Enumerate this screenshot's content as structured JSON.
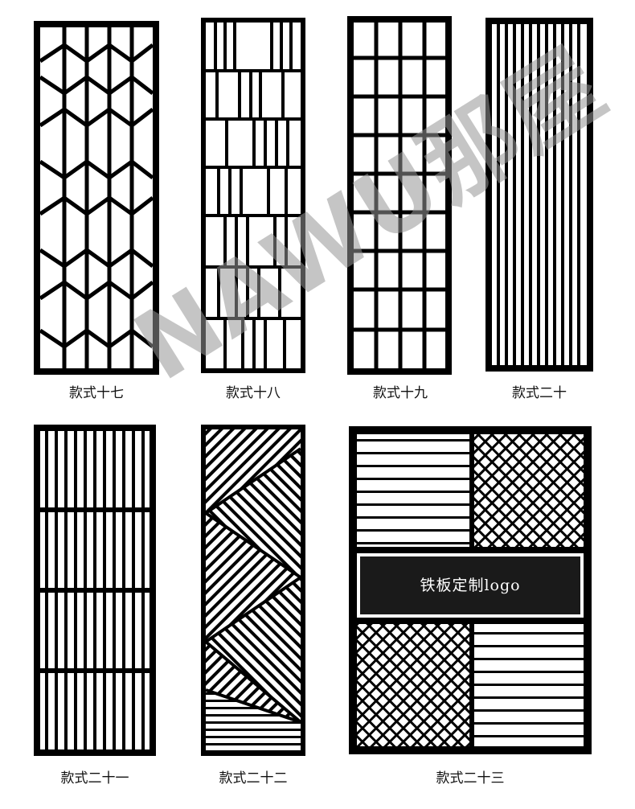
{
  "captions": {
    "p17": "款式十七",
    "p18": "款式十八",
    "p19": "款式十九",
    "p20": "款式二十",
    "p21": "款式二十一",
    "p22": "款式二十二",
    "p23": "款式二十三"
  },
  "panel23": {
    "banner_text": "铁板定制logo"
  },
  "watermark": "NAWU那屋",
  "colors": {
    "frame": "#000000",
    "banner_bg": "#1a1a1a",
    "banner_text": "#ffffff",
    "watermark": "#969696"
  }
}
